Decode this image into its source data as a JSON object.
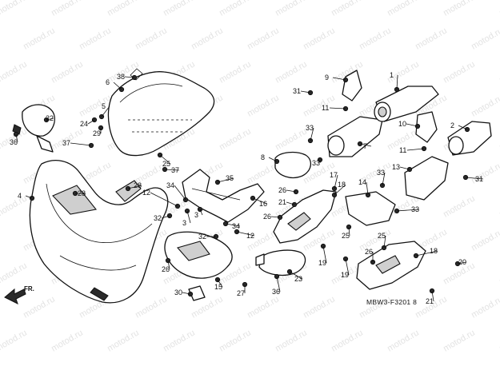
{
  "watermark": "motod.ru",
  "diagram_code": "MBW3-F3201 8",
  "direction_label": "FR.",
  "callouts": {
    "c1": "1",
    "c2": "2",
    "c3a": "3",
    "c3b": "3",
    "c4": "4",
    "c5": "5",
    "c6": "6",
    "c7": "7",
    "c8": "8",
    "c9": "9",
    "c10": "10",
    "c11a": "11",
    "c11b": "11",
    "c12a": "12",
    "c12b": "12",
    "c13": "13",
    "c14": "14",
    "c15": "15",
    "c16": "16",
    "c17": "17",
    "c18a": "18",
    "c18b": "18",
    "c19a": "19",
    "c19b": "19",
    "c20": "20",
    "c21a": "21",
    "c21b": "21",
    "c22": "22",
    "c23": "23",
    "c24": "24",
    "c25a": "25",
    "c25b": "25",
    "c25c": "25",
    "c26a": "26",
    "c26b": "26",
    "c26c": "26",
    "c26d": "26",
    "c27": "27",
    "c28a": "28",
    "c28b": "28",
    "c29": "29",
    "c30": "30",
    "c31a": "31",
    "c31b": "31",
    "c32a": "32",
    "c32b": "32",
    "c33a": "33",
    "c33b": "33",
    "c33c": "33",
    "c33d": "33",
    "c34a": "34",
    "c34b": "34",
    "c35": "35",
    "c36a": "36",
    "c36b": "36",
    "c37a": "37",
    "c37b": "37",
    "c38": "38"
  }
}
